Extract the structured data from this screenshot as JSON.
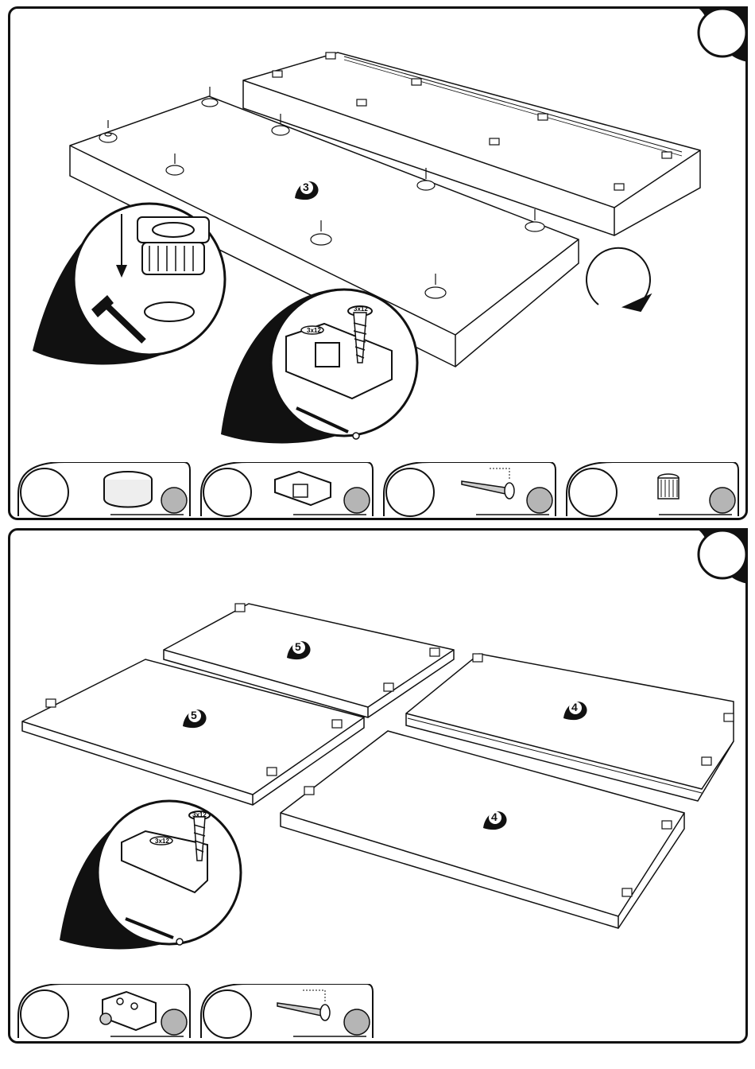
{
  "steps": [
    {
      "panel": "top",
      "boards": [
        {
          "marker": "3"
        }
      ],
      "details": [
        {
          "screw_label": "3x12"
        },
        {
          "screw_label": "3x12"
        }
      ],
      "parts": [
        {
          "icon": "furniture-glide-icon"
        },
        {
          "icon": "shelf-support-clip-icon"
        },
        {
          "icon": "wood-screw-icon"
        },
        {
          "icon": "plastic-dowel-insert-icon"
        }
      ]
    },
    {
      "panel": "bottom",
      "boards": [
        {
          "marker": "5"
        },
        {
          "marker": "5"
        },
        {
          "marker": "4"
        },
        {
          "marker": "4"
        }
      ],
      "details": [
        {
          "screw_label": "3x12"
        },
        {
          "screw_label": "3x12"
        }
      ],
      "parts": [
        {
          "icon": "corner-bracket-icon"
        },
        {
          "icon": "wood-screw-icon"
        }
      ]
    }
  ],
  "colors": {
    "ink": "#111111",
    "badge_fill": "#b5b5b5",
    "paper": "#ffffff"
  }
}
